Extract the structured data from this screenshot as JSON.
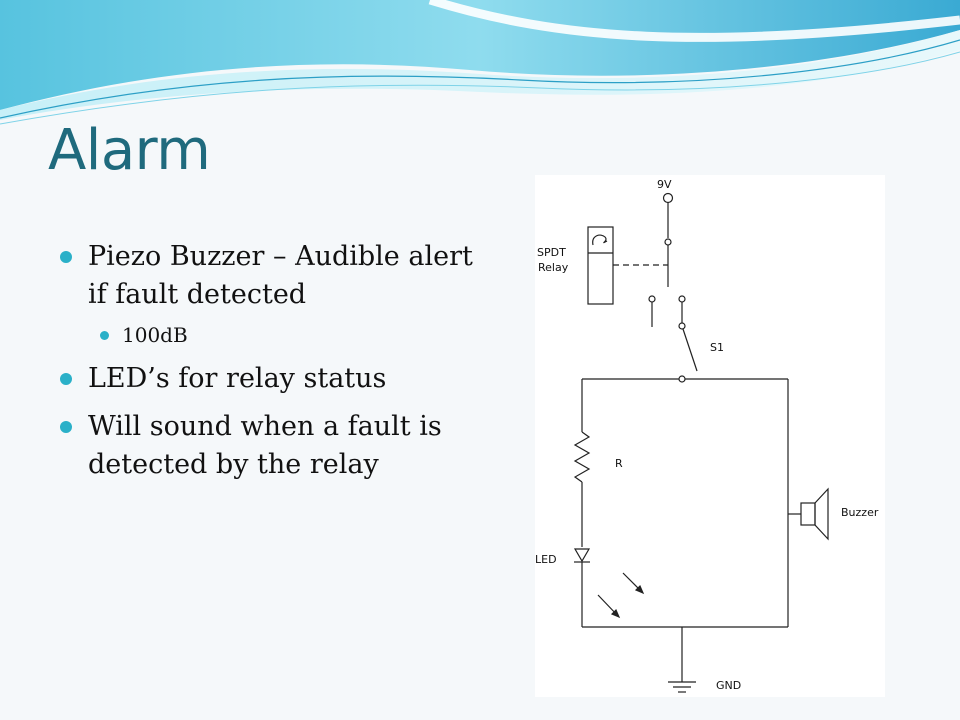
{
  "slide": {
    "title": "Alarm",
    "bullets": [
      "Piezo Buzzer – Audible alert if fault detected",
      "100dB",
      "LED’s for relay status",
      "Will sound when a fault is detected by the relay"
    ]
  },
  "schematic": {
    "labels": {
      "supply": "9V",
      "relay_line1": "SPDT",
      "relay_line2": "Relay",
      "switch": "S1",
      "resistor": "R",
      "led": "LED",
      "buzzer": "Buzzer",
      "ground": "GND"
    }
  },
  "colors": {
    "title": "#1f6a7d",
    "bullet": "#2ab0c8",
    "wave_light": "#a6e6f2",
    "wave_mid": "#5cc6e0",
    "wave_dark": "#2c9fc6"
  }
}
